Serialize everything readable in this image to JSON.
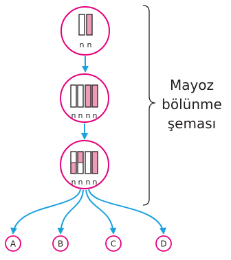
{
  "colors": {
    "cell_border": "#e4007c",
    "chromosome_pink": "#ee9bb8",
    "arrow_blue": "#1ba1de",
    "bracket": "#231f20",
    "text": "#231f20"
  },
  "cells": [
    {
      "id": "cell-1",
      "chromosomes": [
        "white",
        "pink"
      ],
      "labels": [
        "n",
        "n"
      ]
    },
    {
      "id": "cell-2",
      "chromosomes": [
        "white",
        "white",
        "pink",
        "pink"
      ],
      "labels": [
        "n",
        "n",
        "n",
        "n"
      ]
    },
    {
      "id": "cell-3",
      "chromosomes": [
        "white-pink",
        "pink-white",
        "white",
        "pink"
      ],
      "labels": [
        "n",
        "n",
        "n",
        "n"
      ]
    }
  ],
  "caption": {
    "line1": "Mayoz",
    "line2": "bölünme",
    "line3": "şeması"
  },
  "outputs": [
    "A",
    "B",
    "C",
    "D"
  ]
}
